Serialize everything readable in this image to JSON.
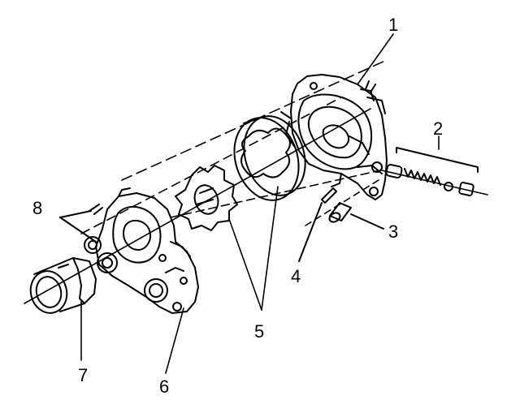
{
  "callouts": [
    "1",
    "2",
    "3",
    "4",
    "5",
    "6",
    "7",
    "8"
  ],
  "colors": {
    "ink": "#000000",
    "paper": "#ffffff"
  }
}
